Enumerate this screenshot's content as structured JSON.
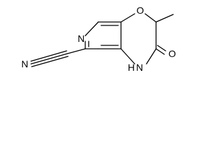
{
  "structure": {
    "atoms": {
      "ring_nitrogen": "N",
      "ring_oxygen": "O",
      "carbonyl_oxygen": "O",
      "nitrile_nitrogen": "N",
      "amide_nitrogen": "N",
      "amide_hydrogen": "H"
    }
  }
}
